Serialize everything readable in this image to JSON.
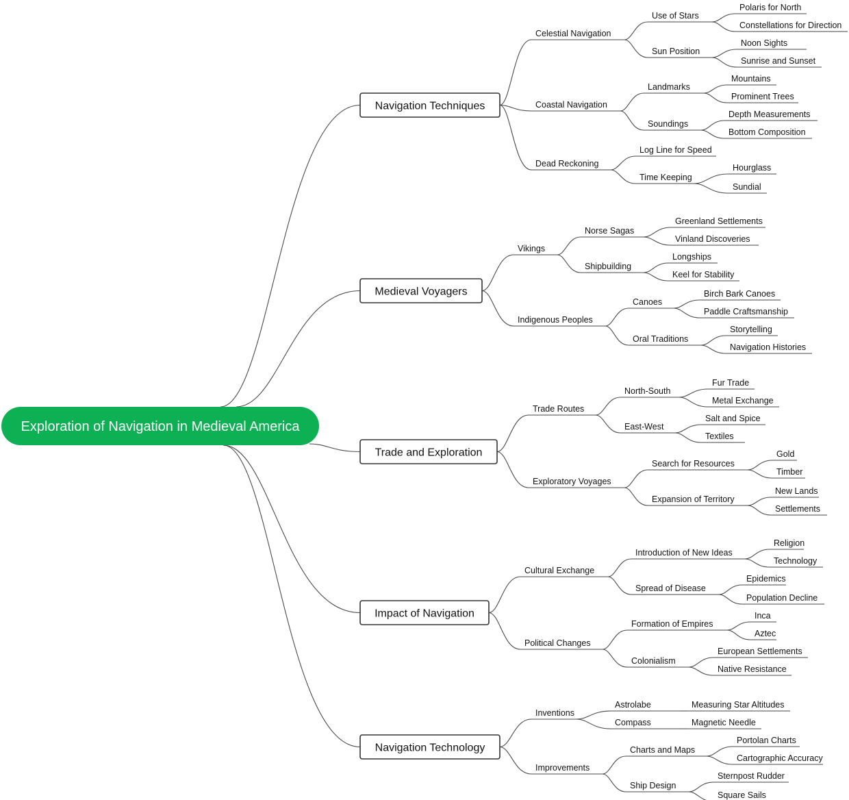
{
  "root": {
    "label": "Exploration of Navigation in Medieval America",
    "color": "#0db154"
  },
  "colors": {
    "edge": "#4a4a4a",
    "box_stroke": "#333333",
    "text": "#111111",
    "underline": "#444444"
  },
  "branches": [
    {
      "label": "Navigation Techniques",
      "children": [
        {
          "label": "Celestial Navigation",
          "children": [
            {
              "label": "Use of Stars",
              "children": [
                {
                  "label": "Polaris for North"
                },
                {
                  "label": "Constellations for Direction"
                }
              ]
            },
            {
              "label": "Sun Position",
              "children": [
                {
                  "label": "Noon Sights"
                },
                {
                  "label": "Sunrise and Sunset"
                }
              ]
            }
          ]
        },
        {
          "label": "Coastal Navigation",
          "children": [
            {
              "label": "Landmarks",
              "children": [
                {
                  "label": "Mountains"
                },
                {
                  "label": "Prominent Trees"
                }
              ]
            },
            {
              "label": "Soundings",
              "children": [
                {
                  "label": "Depth Measurements"
                },
                {
                  "label": "Bottom Composition"
                }
              ]
            }
          ]
        },
        {
          "label": "Dead Reckoning",
          "children": [
            {
              "label": "Log Line for Speed"
            },
            {
              "label": "Time Keeping",
              "children": [
                {
                  "label": "Hourglass"
                },
                {
                  "label": "Sundial"
                }
              ]
            }
          ]
        }
      ]
    },
    {
      "label": "Medieval Voyagers",
      "children": [
        {
          "label": "Vikings",
          "children": [
            {
              "label": "Norse Sagas",
              "children": [
                {
                  "label": "Greenland Settlements"
                },
                {
                  "label": "Vinland Discoveries"
                }
              ]
            },
            {
              "label": "Shipbuilding",
              "children": [
                {
                  "label": "Longships"
                },
                {
                  "label": "Keel for Stability"
                }
              ]
            }
          ]
        },
        {
          "label": "Indigenous Peoples",
          "children": [
            {
              "label": "Canoes",
              "children": [
                {
                  "label": "Birch Bark Canoes"
                },
                {
                  "label": "Paddle Craftsmanship"
                }
              ]
            },
            {
              "label": "Oral Traditions",
              "children": [
                {
                  "label": "Storytelling"
                },
                {
                  "label": "Navigation Histories"
                }
              ]
            }
          ]
        }
      ]
    },
    {
      "label": "Trade and Exploration",
      "children": [
        {
          "label": "Trade Routes",
          "children": [
            {
              "label": "North-South",
              "children": [
                {
                  "label": "Fur Trade"
                },
                {
                  "label": "Metal Exchange"
                }
              ]
            },
            {
              "label": "East-West",
              "children": [
                {
                  "label": "Salt and Spice"
                },
                {
                  "label": "Textiles"
                }
              ]
            }
          ]
        },
        {
          "label": "Exploratory Voyages",
          "children": [
            {
              "label": "Search for Resources",
              "children": [
                {
                  "label": "Gold"
                },
                {
                  "label": "Timber"
                }
              ]
            },
            {
              "label": "Expansion of Territory",
              "children": [
                {
                  "label": "New Lands"
                },
                {
                  "label": "Settlements"
                }
              ]
            }
          ]
        }
      ]
    },
    {
      "label": "Impact of Navigation",
      "children": [
        {
          "label": "Cultural Exchange",
          "children": [
            {
              "label": "Introduction of New Ideas",
              "children": [
                {
                  "label": "Religion"
                },
                {
                  "label": "Technology"
                }
              ]
            },
            {
              "label": "Spread of Disease",
              "children": [
                {
                  "label": "Epidemics"
                },
                {
                  "label": "Population Decline"
                }
              ]
            }
          ]
        },
        {
          "label": "Political Changes",
          "children": [
            {
              "label": "Formation of Empires",
              "children": [
                {
                  "label": "Inca"
                },
                {
                  "label": "Aztec"
                }
              ]
            },
            {
              "label": "Colonialism",
              "children": [
                {
                  "label": "European Settlements"
                },
                {
                  "label": "Native Resistance"
                }
              ]
            }
          ]
        }
      ]
    },
    {
      "label": "Navigation Technology",
      "children": [
        {
          "label": "Inventions",
          "children": [
            {
              "label": "Astrolabe",
              "children": [
                {
                  "label": "Measuring Star Altitudes"
                }
              ]
            },
            {
              "label": "Compass",
              "children": [
                {
                  "label": "Magnetic Needle"
                }
              ]
            }
          ]
        },
        {
          "label": "Improvements",
          "children": [
            {
              "label": "Charts and Maps",
              "children": [
                {
                  "label": "Portolan Charts"
                },
                {
                  "label": "Cartographic Accuracy"
                }
              ]
            },
            {
              "label": "Ship Design",
              "children": [
                {
                  "label": "Sternpost Rudder"
                },
                {
                  "label": "Square Sails"
                }
              ]
            }
          ]
        }
      ]
    }
  ]
}
